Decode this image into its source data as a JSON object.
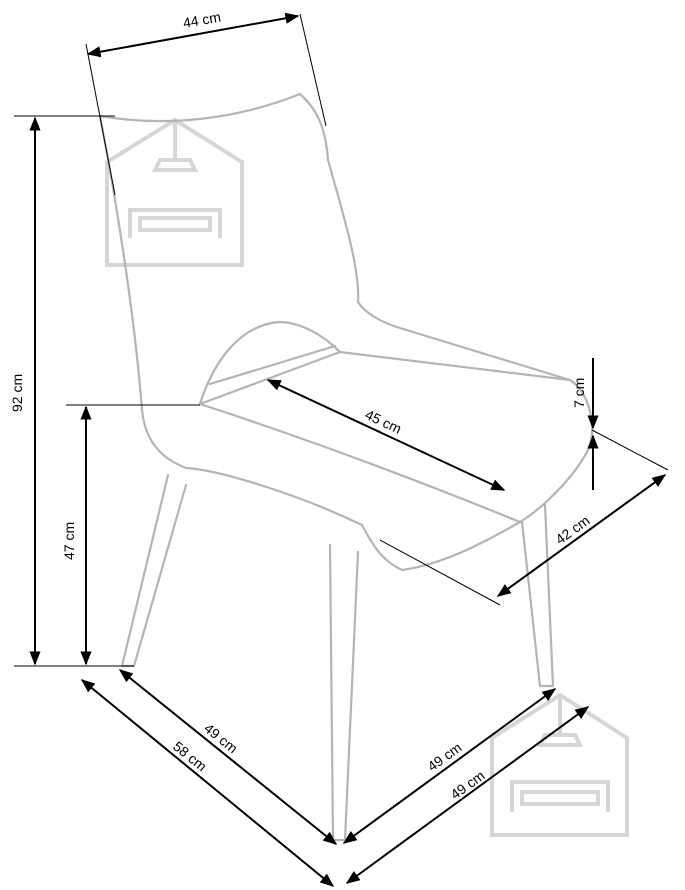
{
  "colors": {
    "outline": "#b4b4b4",
    "dimension_line": "#000000",
    "watermark": "#d6d6d6"
  },
  "watermark": {
    "icon": "house-with-sofa-logo"
  },
  "dimensions": {
    "top_width": "44 cm",
    "total_height": "92 cm",
    "seat_height": "47 cm",
    "seat_depth": "45 cm",
    "seat_thickness": "7 cm",
    "seat_width": "42 cm",
    "base_depth_inner": "49 cm",
    "base_depth_outer": "58 cm",
    "base_width_inner": "49 cm",
    "base_width_outer": "49 cm"
  }
}
